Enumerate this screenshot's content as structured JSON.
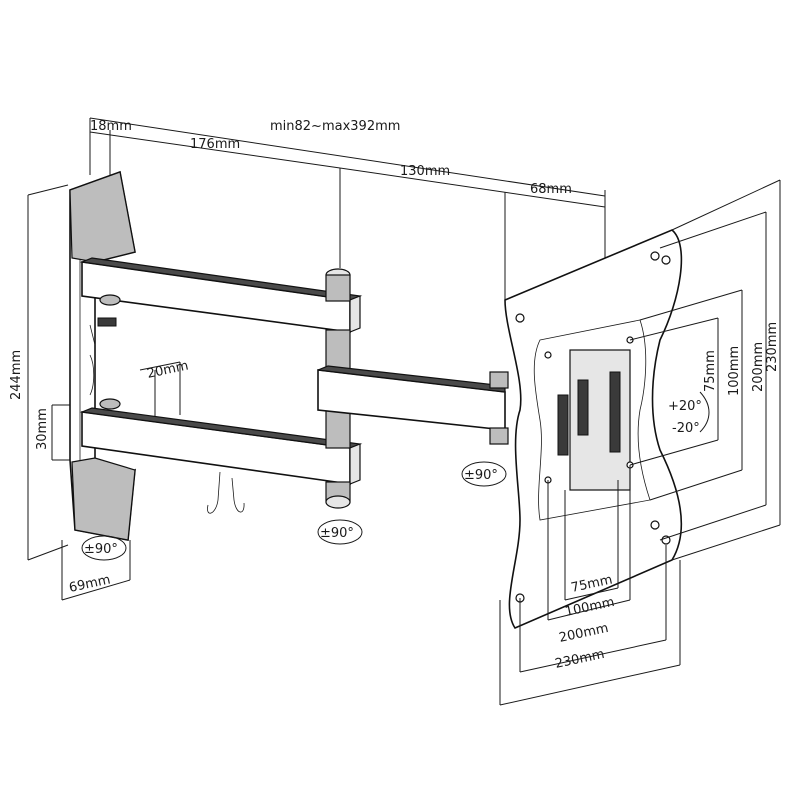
{
  "dimensions": {
    "top_wall_depth": "18mm",
    "top_arm1": "176mm",
    "top_overall": "min82~max392mm",
    "top_arm2": "130mm",
    "top_plate_depth": "68mm",
    "left_height": "244mm",
    "left_arm_gap": "30mm",
    "arm_height": "20mm",
    "wall_width": "69mm",
    "vesa_75_v": "75mm",
    "vesa_100_v": "100mm",
    "vesa_200_v": "200mm",
    "vesa_230_v": "230mm",
    "vesa_75_h": "75mm",
    "vesa_100_h": "100mm",
    "vesa_200_h": "200mm",
    "vesa_230_h": "230mm"
  },
  "rotation": {
    "wall_swivel": "±90°",
    "elbow_swivel": "±90°",
    "head_swivel": "±90°",
    "tilt_up": "+20°",
    "tilt_down": "-20°"
  }
}
